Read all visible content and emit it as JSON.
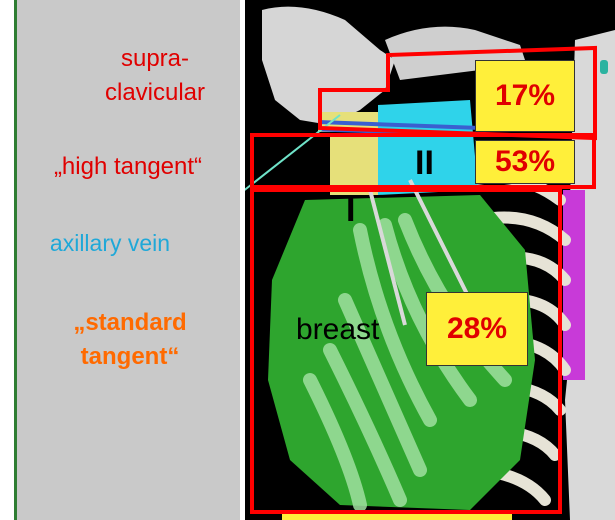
{
  "labels": {
    "supraclavicular_line1": "supra-",
    "supraclavicular_line2": "clavicular",
    "high_tangent": "„high tangent“",
    "axillary_vein": "axillary vein",
    "standard_tangent_line1": "„standard",
    "standard_tangent_line2": "tangent“",
    "breast": "breast",
    "level_I": "I",
    "level_II": "II"
  },
  "percentages": {
    "supraclavicular": "17%",
    "high_tangent": "53%",
    "breast": "28%"
  },
  "colors": {
    "panel_bg": "#c9c9c9",
    "supraclavicular_text": "#e00000",
    "high_tangent_text": "#e00000",
    "axillary_vein_text": "#1fa8d8",
    "standard_tangent_text": "#ff6a00",
    "field_outline": "#ff0000",
    "percent_box": "#ffef3a",
    "percent_text": "#e00000",
    "breast_fill": "#2ea52e",
    "axillary_level_II": "#2fd3ea",
    "axillary_level_I": "#e6e07a",
    "vein": "#3a5fd0"
  }
}
